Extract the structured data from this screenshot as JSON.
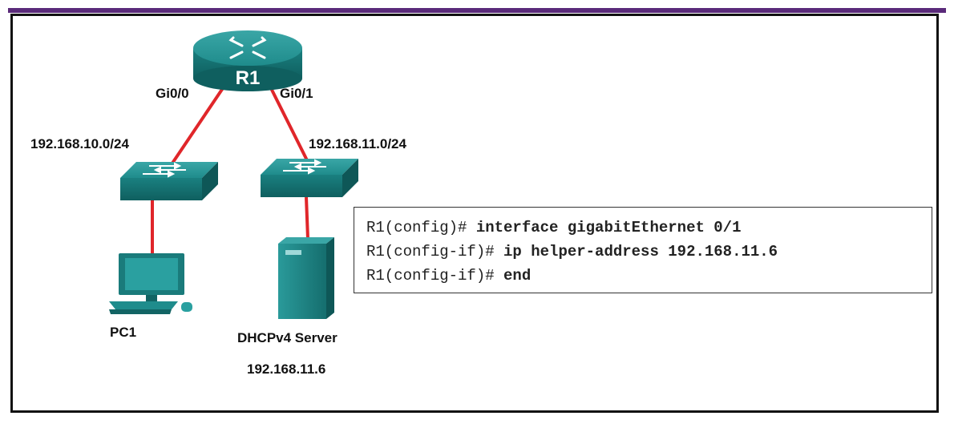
{
  "diagram": {
    "router": {
      "name": "R1"
    },
    "interfaces": {
      "left": "Gi0/0",
      "right": "Gi0/1"
    },
    "networks": {
      "left": "192.168.10.0/24",
      "right": "192.168.11.0/24"
    },
    "hosts": {
      "pc": {
        "name": "PC1"
      },
      "server": {
        "name": "DHCPv4 Server",
        "ip": "192.168.11.6"
      }
    },
    "colors": {
      "device_teal": "#1f8c8c",
      "device_dark": "#126464",
      "link_red": "#e0262a",
      "title_bar": "#5a2a7a"
    }
  },
  "cli": {
    "lines": [
      {
        "prompt": "R1(config)# ",
        "command": "interface gigabitEthernet 0/1"
      },
      {
        "prompt": "R1(config-if)# ",
        "command": "ip helper-address 192.168.11.6"
      },
      {
        "prompt": "R1(config-if)# ",
        "command": "end"
      }
    ]
  }
}
